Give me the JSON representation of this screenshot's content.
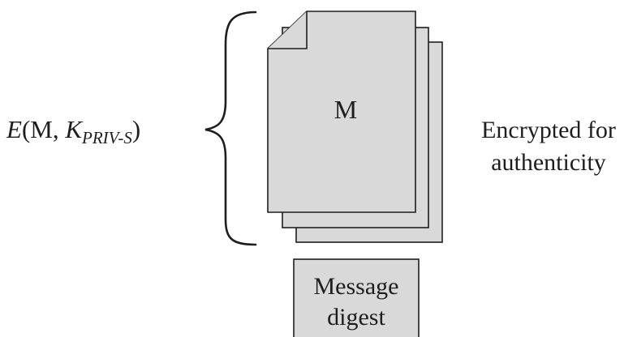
{
  "diagram": {
    "formula": {
      "function_name": "E",
      "open_paren": "(",
      "message_symbol": "M",
      "separator": ", ",
      "key_letter": "K",
      "key_subscript": "PRIV-S",
      "close_paren": ")"
    },
    "document": {
      "front_label": "M"
    },
    "right_caption": {
      "line1": "Encrypted for",
      "line2": "authenticity"
    },
    "digest_box": {
      "line1": "Message",
      "line2": "digest"
    },
    "colors": {
      "page_fill": "#d9d9d9",
      "stroke": "#1e1e1e",
      "text": "#1e1e1e",
      "background": "#ffffff"
    }
  }
}
